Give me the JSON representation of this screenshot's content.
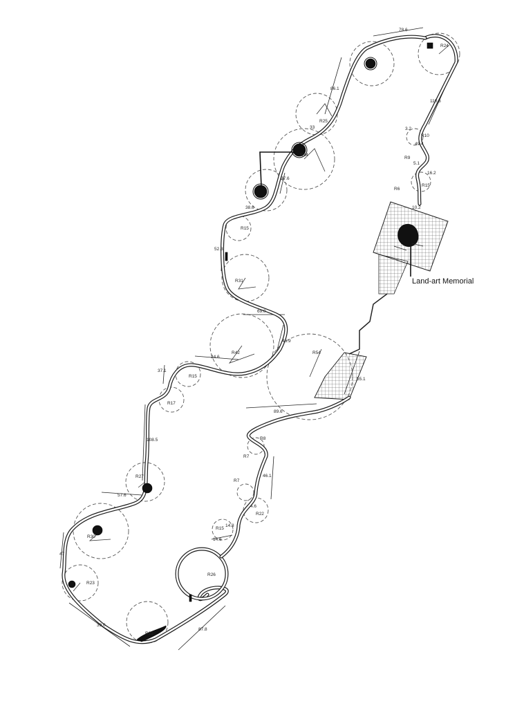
{
  "diagram": {
    "memorial_label": "Land-art Memorial",
    "dimensions": [
      "78.6",
      "86.1",
      "110.6",
      "33",
      "49.4",
      "57.6",
      "38.6",
      "52.3",
      "69.0",
      "46.9",
      "24.6",
      "37.1",
      "108.5",
      "57.6",
      "47",
      "39.0",
      "87.8",
      "89.6",
      "55.1",
      "46.1",
      "4.6",
      "14.8",
      "14.6",
      "16.2",
      "10.2",
      "5.1",
      "3.2"
    ],
    "radii": [
      "R24",
      "R25",
      "R10",
      "R9",
      "R6",
      "R15",
      "R15",
      "R31",
      "R42",
      "R54",
      "R15",
      "R17",
      "R27",
      "R30",
      "R23",
      "R26",
      "R22",
      "R7",
      "R8",
      "R7",
      "R15",
      "R22",
      "R34"
    ]
  }
}
